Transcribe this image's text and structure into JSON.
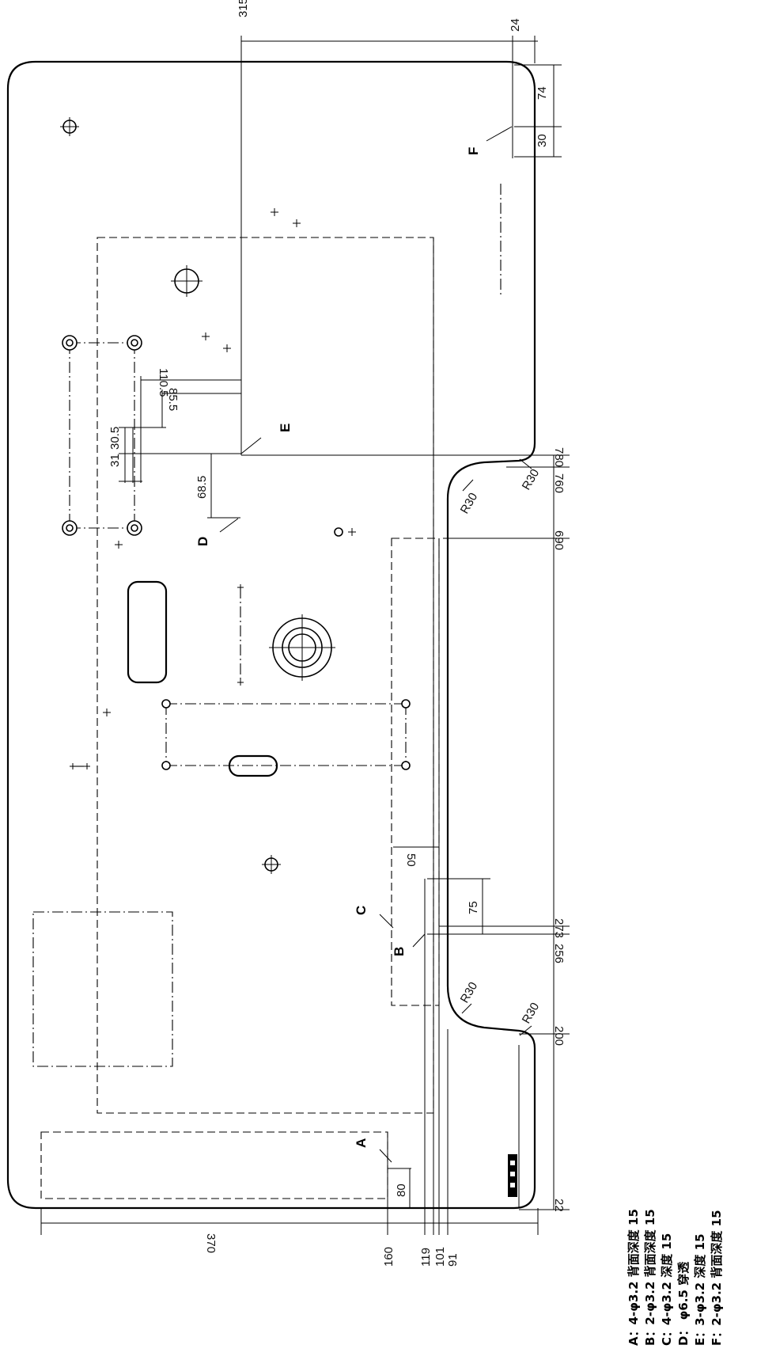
{
  "dimensions": {
    "d315": "315",
    "d24": "24",
    "d74": "74",
    "d30": "30",
    "d110_5": "110.5",
    "d85_5": "85.5",
    "d31": "31",
    "d30_5": "30.5",
    "d68_5": "68.5",
    "d780": "780",
    "d760": "760",
    "d690": "690",
    "d50": "50",
    "d75": "75",
    "d273": "273",
    "d256": "256",
    "d200": "200",
    "d22": "22",
    "d80": "80",
    "d370": "370",
    "d160": "160",
    "d119": "119",
    "d101": "101",
    "d91": "91",
    "r30_a": "R30",
    "r30_b": "R30",
    "r30_c": "R30",
    "r30_d": "R30"
  },
  "labels": {
    "A": "A",
    "B": "B",
    "C": "C",
    "D": "D",
    "E": "E",
    "F": "F"
  },
  "legend": [
    "A：4-φ3.2 背面深度 15",
    "B：2-φ3.2 背面深度 15",
    "C：4-φ3.2 深度 15",
    "D：  φ6.5 穿透",
    "E：3-φ3.2 深度 15",
    "F：2-φ3.2 背面深度 15"
  ]
}
